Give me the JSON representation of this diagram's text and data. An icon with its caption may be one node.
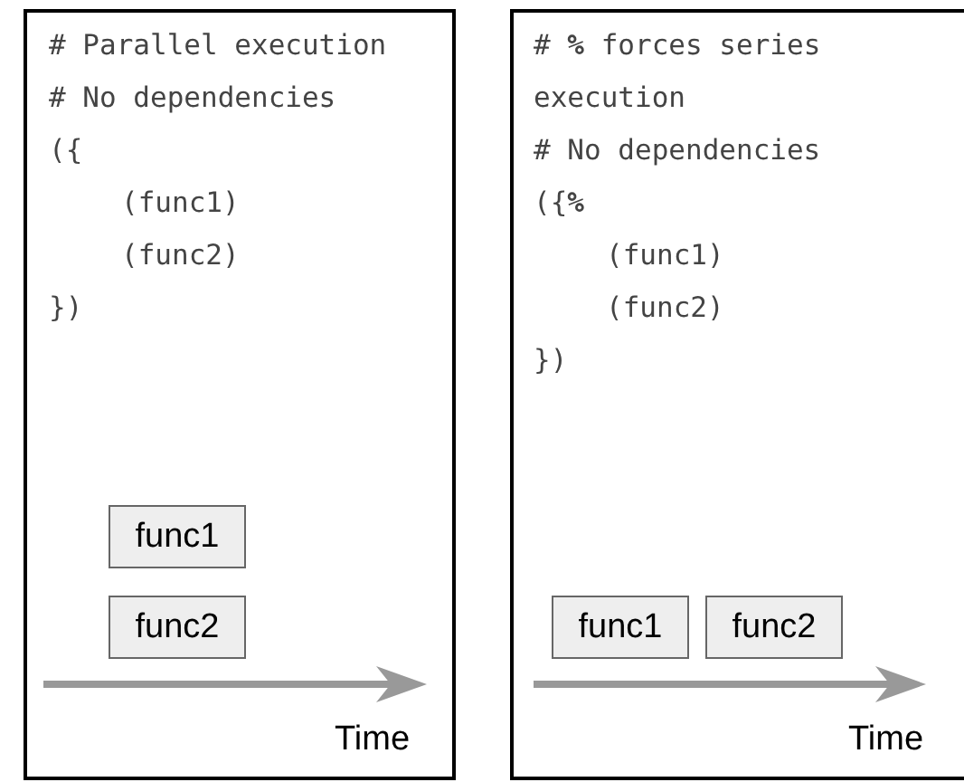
{
  "diagram": {
    "nodes": [
      {
        "text": [
          "# Parallel execution",
          "# No dependencies",
          "({",
          "(func1)",
          "(func2)",
          "})"
        ]
      },
      {
        "text": [
          "func1"
        ],
        "in": 0
      },
      {
        "text": [
          "func2"
        ],
        "in": 0
      },
      {
        "text": [
          "# **%** forces series execution",
          "# No dependencies",
          "({**%**",
          "(func1)",
          "(func2)",
          "})"
        ]
      },
      {
        "text": [
          "func1"
        ],
        "in": 3
      },
      {
        "text": [
          "func2"
        ],
        "in": 3
      }
    ],
    "edges": [],
    "labels": [
      "Time",
      "Time"
    ]
  }
}
